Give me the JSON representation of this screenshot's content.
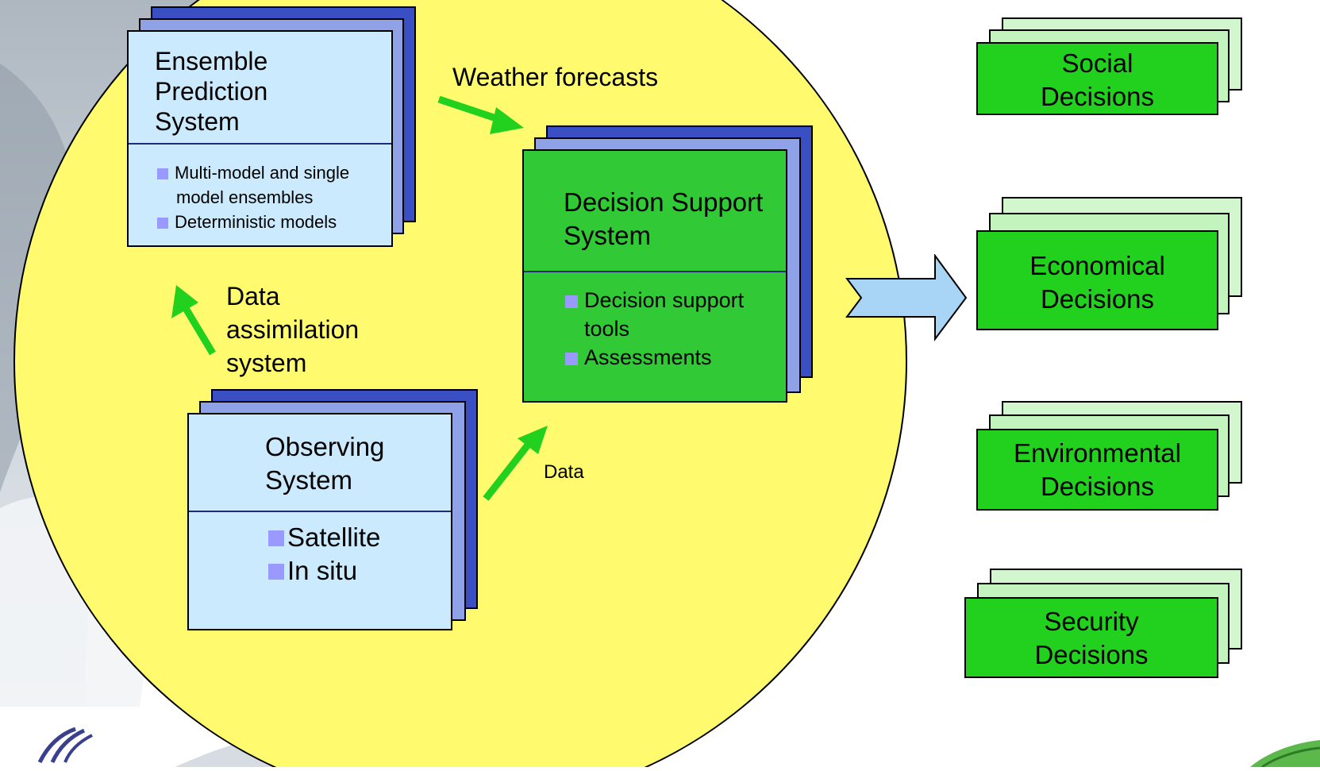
{
  "ensemble": {
    "title_lines": [
      "Ensemble",
      "Prediction",
      "System"
    ],
    "bullets": [
      {
        "lines": [
          "Multi-model and single",
          "model ensembles"
        ]
      },
      {
        "lines": [
          "Deterministic models"
        ]
      }
    ]
  },
  "decision_support": {
    "title_lines": [
      "Decision Support",
      "System"
    ],
    "bullets": [
      {
        "lines": [
          "Decision support",
          "tools"
        ]
      },
      {
        "lines": [
          "Assessments"
        ]
      }
    ]
  },
  "observing": {
    "title_lines": [
      "Observing",
      "System"
    ],
    "bullets": [
      {
        "lines": [
          "Satellite"
        ]
      },
      {
        "lines": [
          "In situ"
        ]
      }
    ]
  },
  "labels": {
    "weather_forecasts": "Weather forecasts",
    "data_assimilation_lines": [
      "Data",
      "assimilation",
      "system"
    ],
    "data": "Data"
  },
  "decisions": [
    {
      "lines": [
        "Social",
        "Decisions"
      ]
    },
    {
      "lines": [
        "Economical",
        "Decisions"
      ]
    },
    {
      "lines": [
        "Environmental",
        "Decisions"
      ]
    },
    {
      "lines": [
        "Security",
        "Decisions"
      ]
    }
  ],
  "colors": {
    "circle": "#fffa6e",
    "arrow_green": "#22d11e",
    "card_blue": "#cbeafe",
    "stack_dark": "#3b4fc4",
    "stack_mid": "#8fa2e8",
    "decision_green": "#22d11e",
    "big_arrow": "#a8d4f5"
  },
  "icons": [
    "logo-icon",
    "globe-icon"
  ]
}
